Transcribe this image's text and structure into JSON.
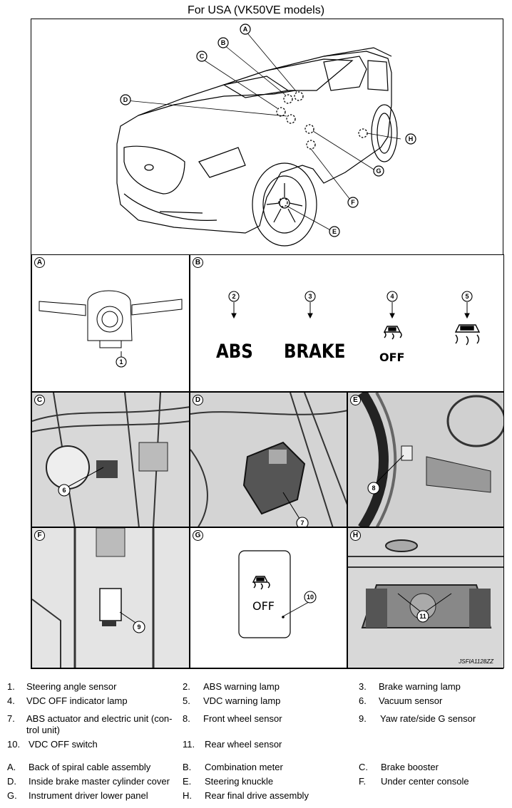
{
  "title": "For USA (VK50VE models)",
  "callouts": {
    "A": "A",
    "B": "B",
    "C": "C",
    "D": "D",
    "E": "E",
    "F": "F",
    "G": "G",
    "H": "H",
    "n1": "1",
    "n2": "2",
    "n3": "3",
    "n4": "4",
    "n5": "5",
    "n6": "6",
    "n7": "7",
    "n8": "8",
    "n9": "9",
    "n10": "10",
    "n11": "11"
  },
  "meter": {
    "abs_text": "ABS",
    "brake_text": "BRAKE",
    "off_text": "OFF"
  },
  "switch_text": "OFF",
  "figure_code": "JSFIA1128ZZ",
  "legend": [
    {
      "num": "1.",
      "text": "Steering angle sensor"
    },
    {
      "num": "2.",
      "text": "ABS warning lamp"
    },
    {
      "num": "3.",
      "text": "Brake warning lamp"
    },
    {
      "num": "4.",
      "text": "VDC OFF indicator lamp"
    },
    {
      "num": "5.",
      "text": "VDC warning lamp"
    },
    {
      "num": "6.",
      "text": "Vacuum sensor"
    },
    {
      "num": "7.",
      "text": "ABS actuator and electric unit (con-",
      "text2": "trol unit)"
    },
    {
      "num": "8.",
      "text": "Front wheel sensor"
    },
    {
      "num": "9.",
      "text": "Yaw rate/side G sensor"
    },
    {
      "num": "10.",
      "text": "VDC OFF switch"
    },
    {
      "num": "11.",
      "text": "Rear wheel sensor"
    },
    {
      "num": "A.",
      "text": "Back of spiral cable assembly"
    },
    {
      "num": "B.",
      "text": "Combination meter"
    },
    {
      "num": "C.",
      "text": "Brake booster"
    },
    {
      "num": "D.",
      "text": "Inside brake master cylinder cover"
    },
    {
      "num": "E.",
      "text": "Steering knuckle"
    },
    {
      "num": "F.",
      "text": "Under center console"
    },
    {
      "num": "G.",
      "text": "Instrument driver lower panel"
    },
    {
      "num": "H.",
      "text": "Rear final drive assembly"
    }
  ]
}
